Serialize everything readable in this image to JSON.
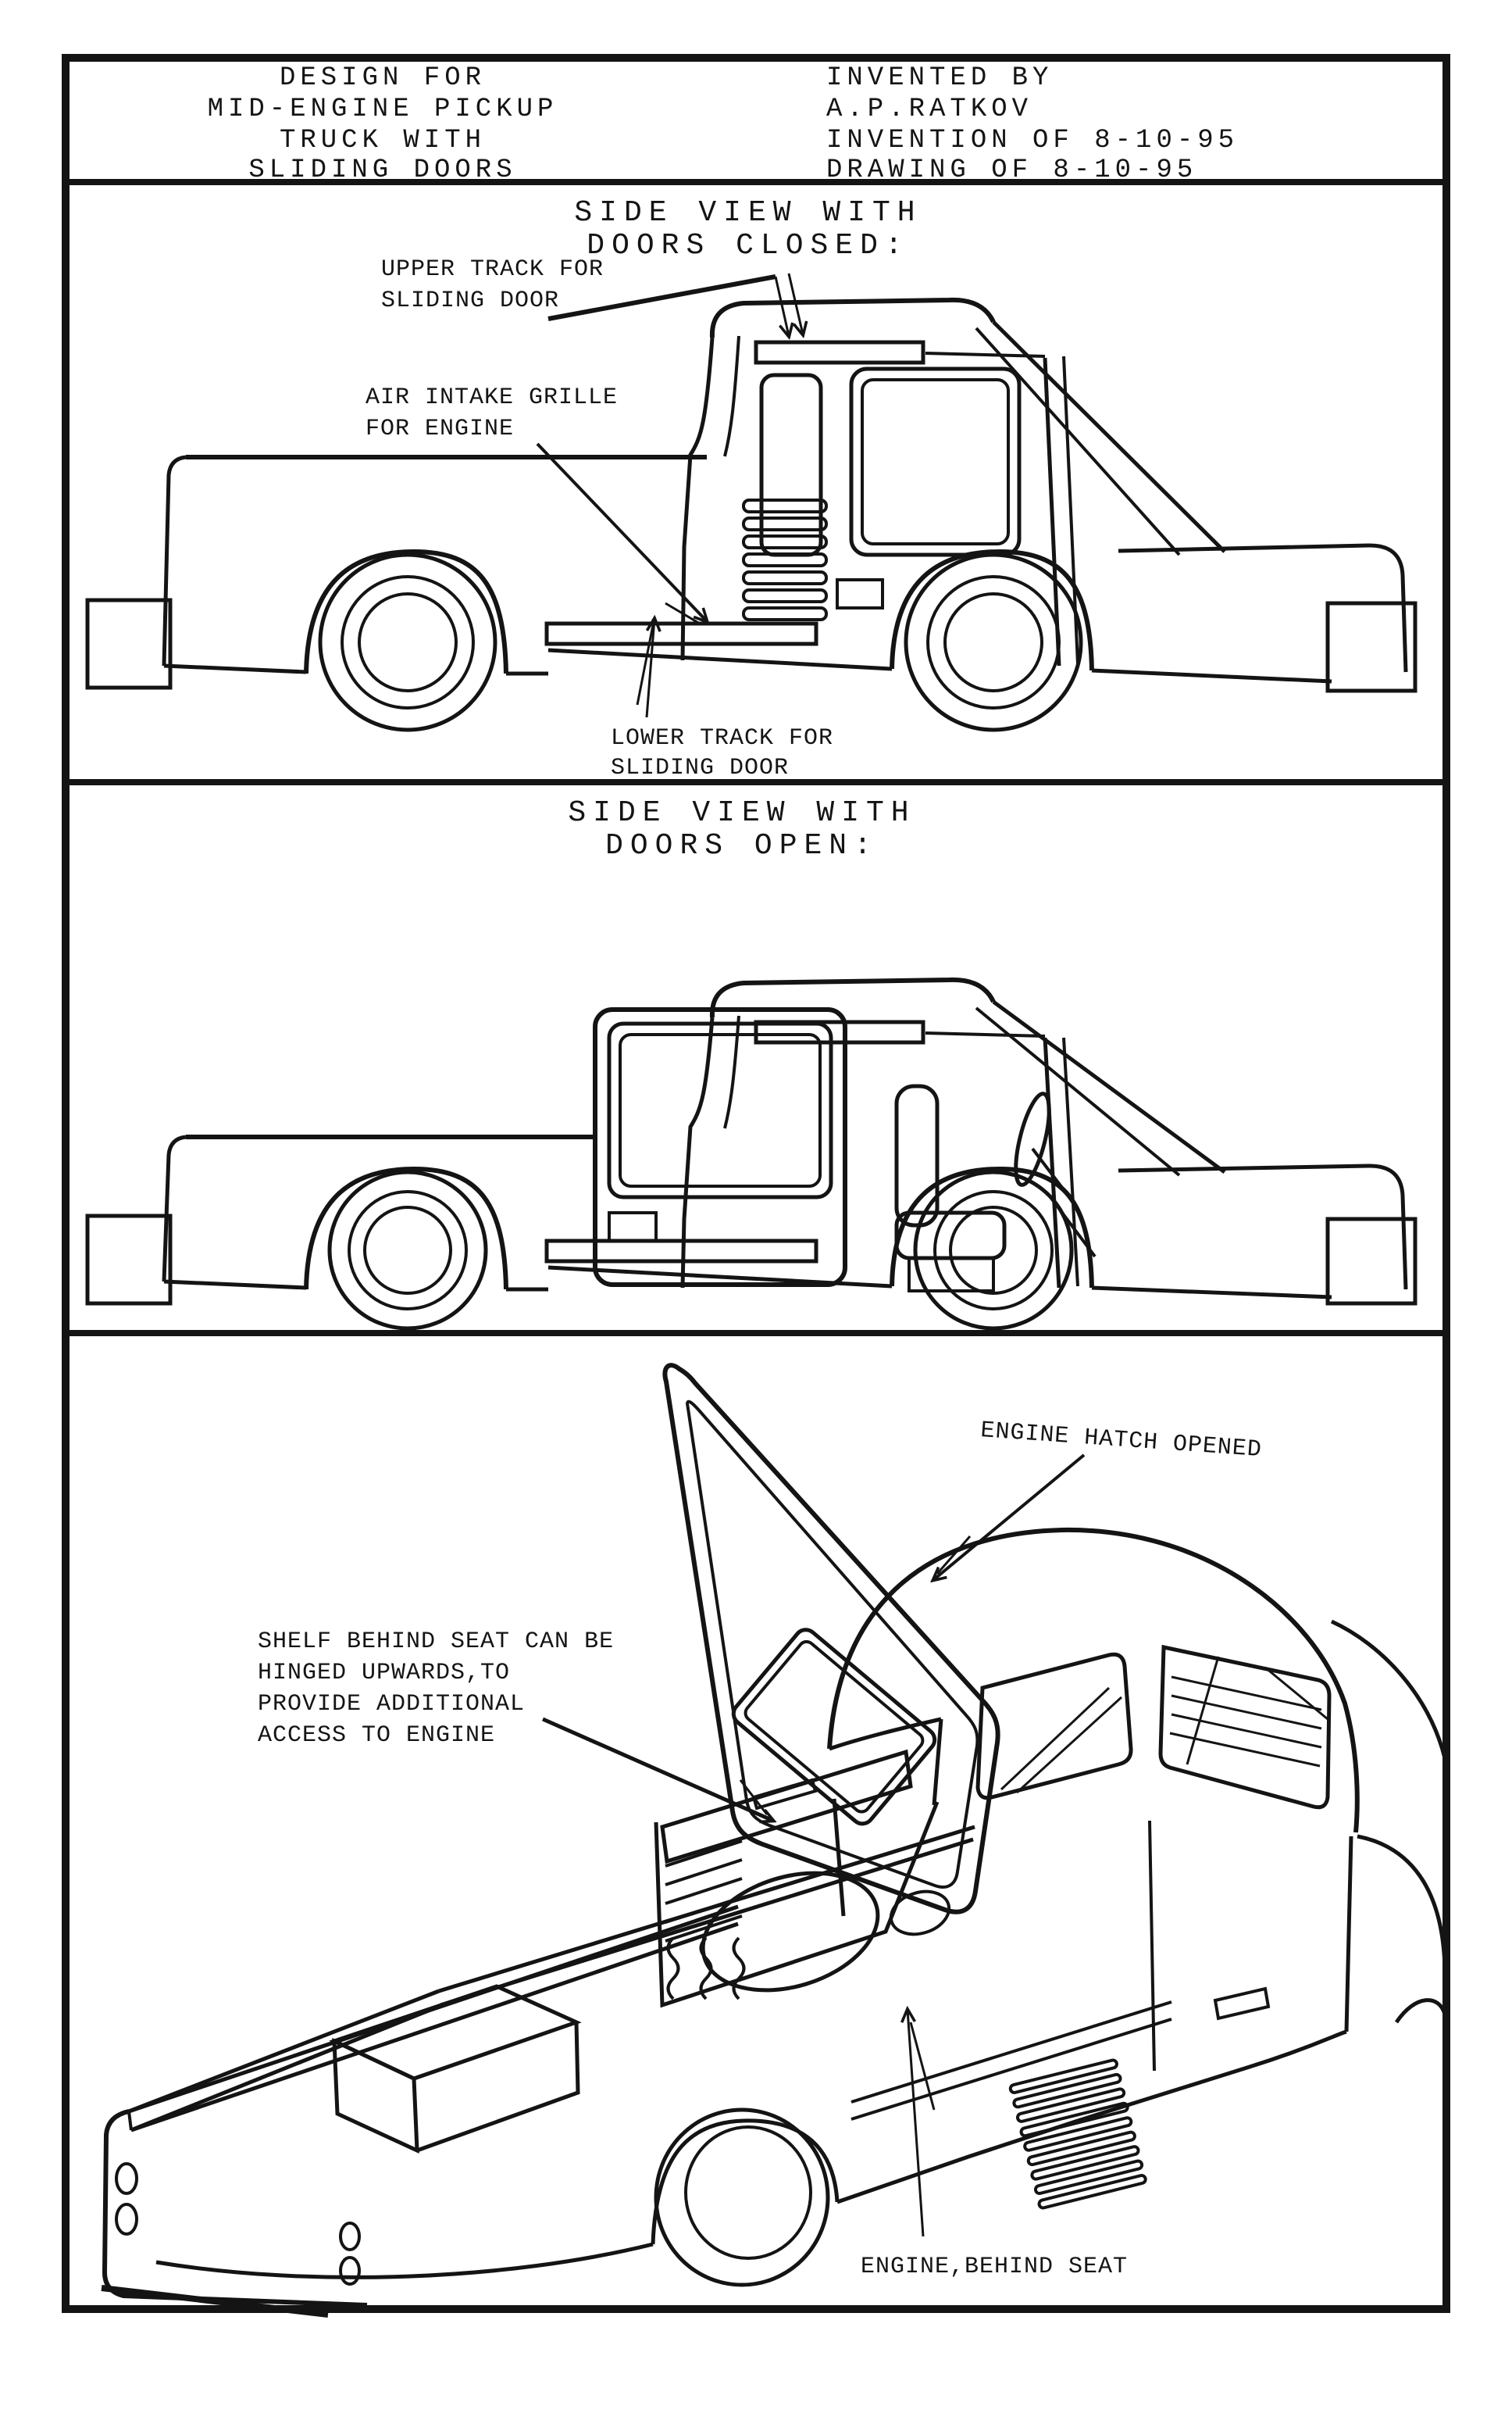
{
  "header": {
    "title_lines": [
      "DESIGN FOR",
      "MID-ENGINE PICKUP",
      "TRUCK WITH",
      "SLIDING DOORS"
    ],
    "credit_lines": [
      "INVENTED BY",
      "A.P.RATKOV",
      "INVENTION OF 8-10-95",
      "DRAWING OF 8-10-95"
    ]
  },
  "panel1": {
    "title_line1": "SIDE VIEW WITH",
    "title_line2": "DOORS CLOSED:",
    "labels": {
      "upper_track_line1": "UPPER TRACK FOR",
      "upper_track_line2": "SLIDING DOOR",
      "air_intake_line1": "AIR INTAKE GRILLE",
      "air_intake_line2": "FOR ENGINE",
      "lower_track_line1": "LOWER TRACK FOR",
      "lower_track_line2": "SLIDING DOOR"
    }
  },
  "panel2": {
    "title_line1": "SIDE VIEW WITH",
    "title_line2": "DOORS OPEN:"
  },
  "panel3": {
    "labels": {
      "engine_hatch": "ENGINE HATCH OPENED",
      "shelf_line1": "SHELF BEHIND SEAT CAN BE",
      "shelf_line2": "HINGED UPWARDS,TO",
      "shelf_line3": "PROVIDE ADDITIONAL",
      "shelf_line4": "ACCESS TO ENGINE",
      "engine_behind_seat": "ENGINE,BEHIND SEAT"
    }
  },
  "colors": {
    "ink": "#141414",
    "paper": "#ffffff"
  }
}
